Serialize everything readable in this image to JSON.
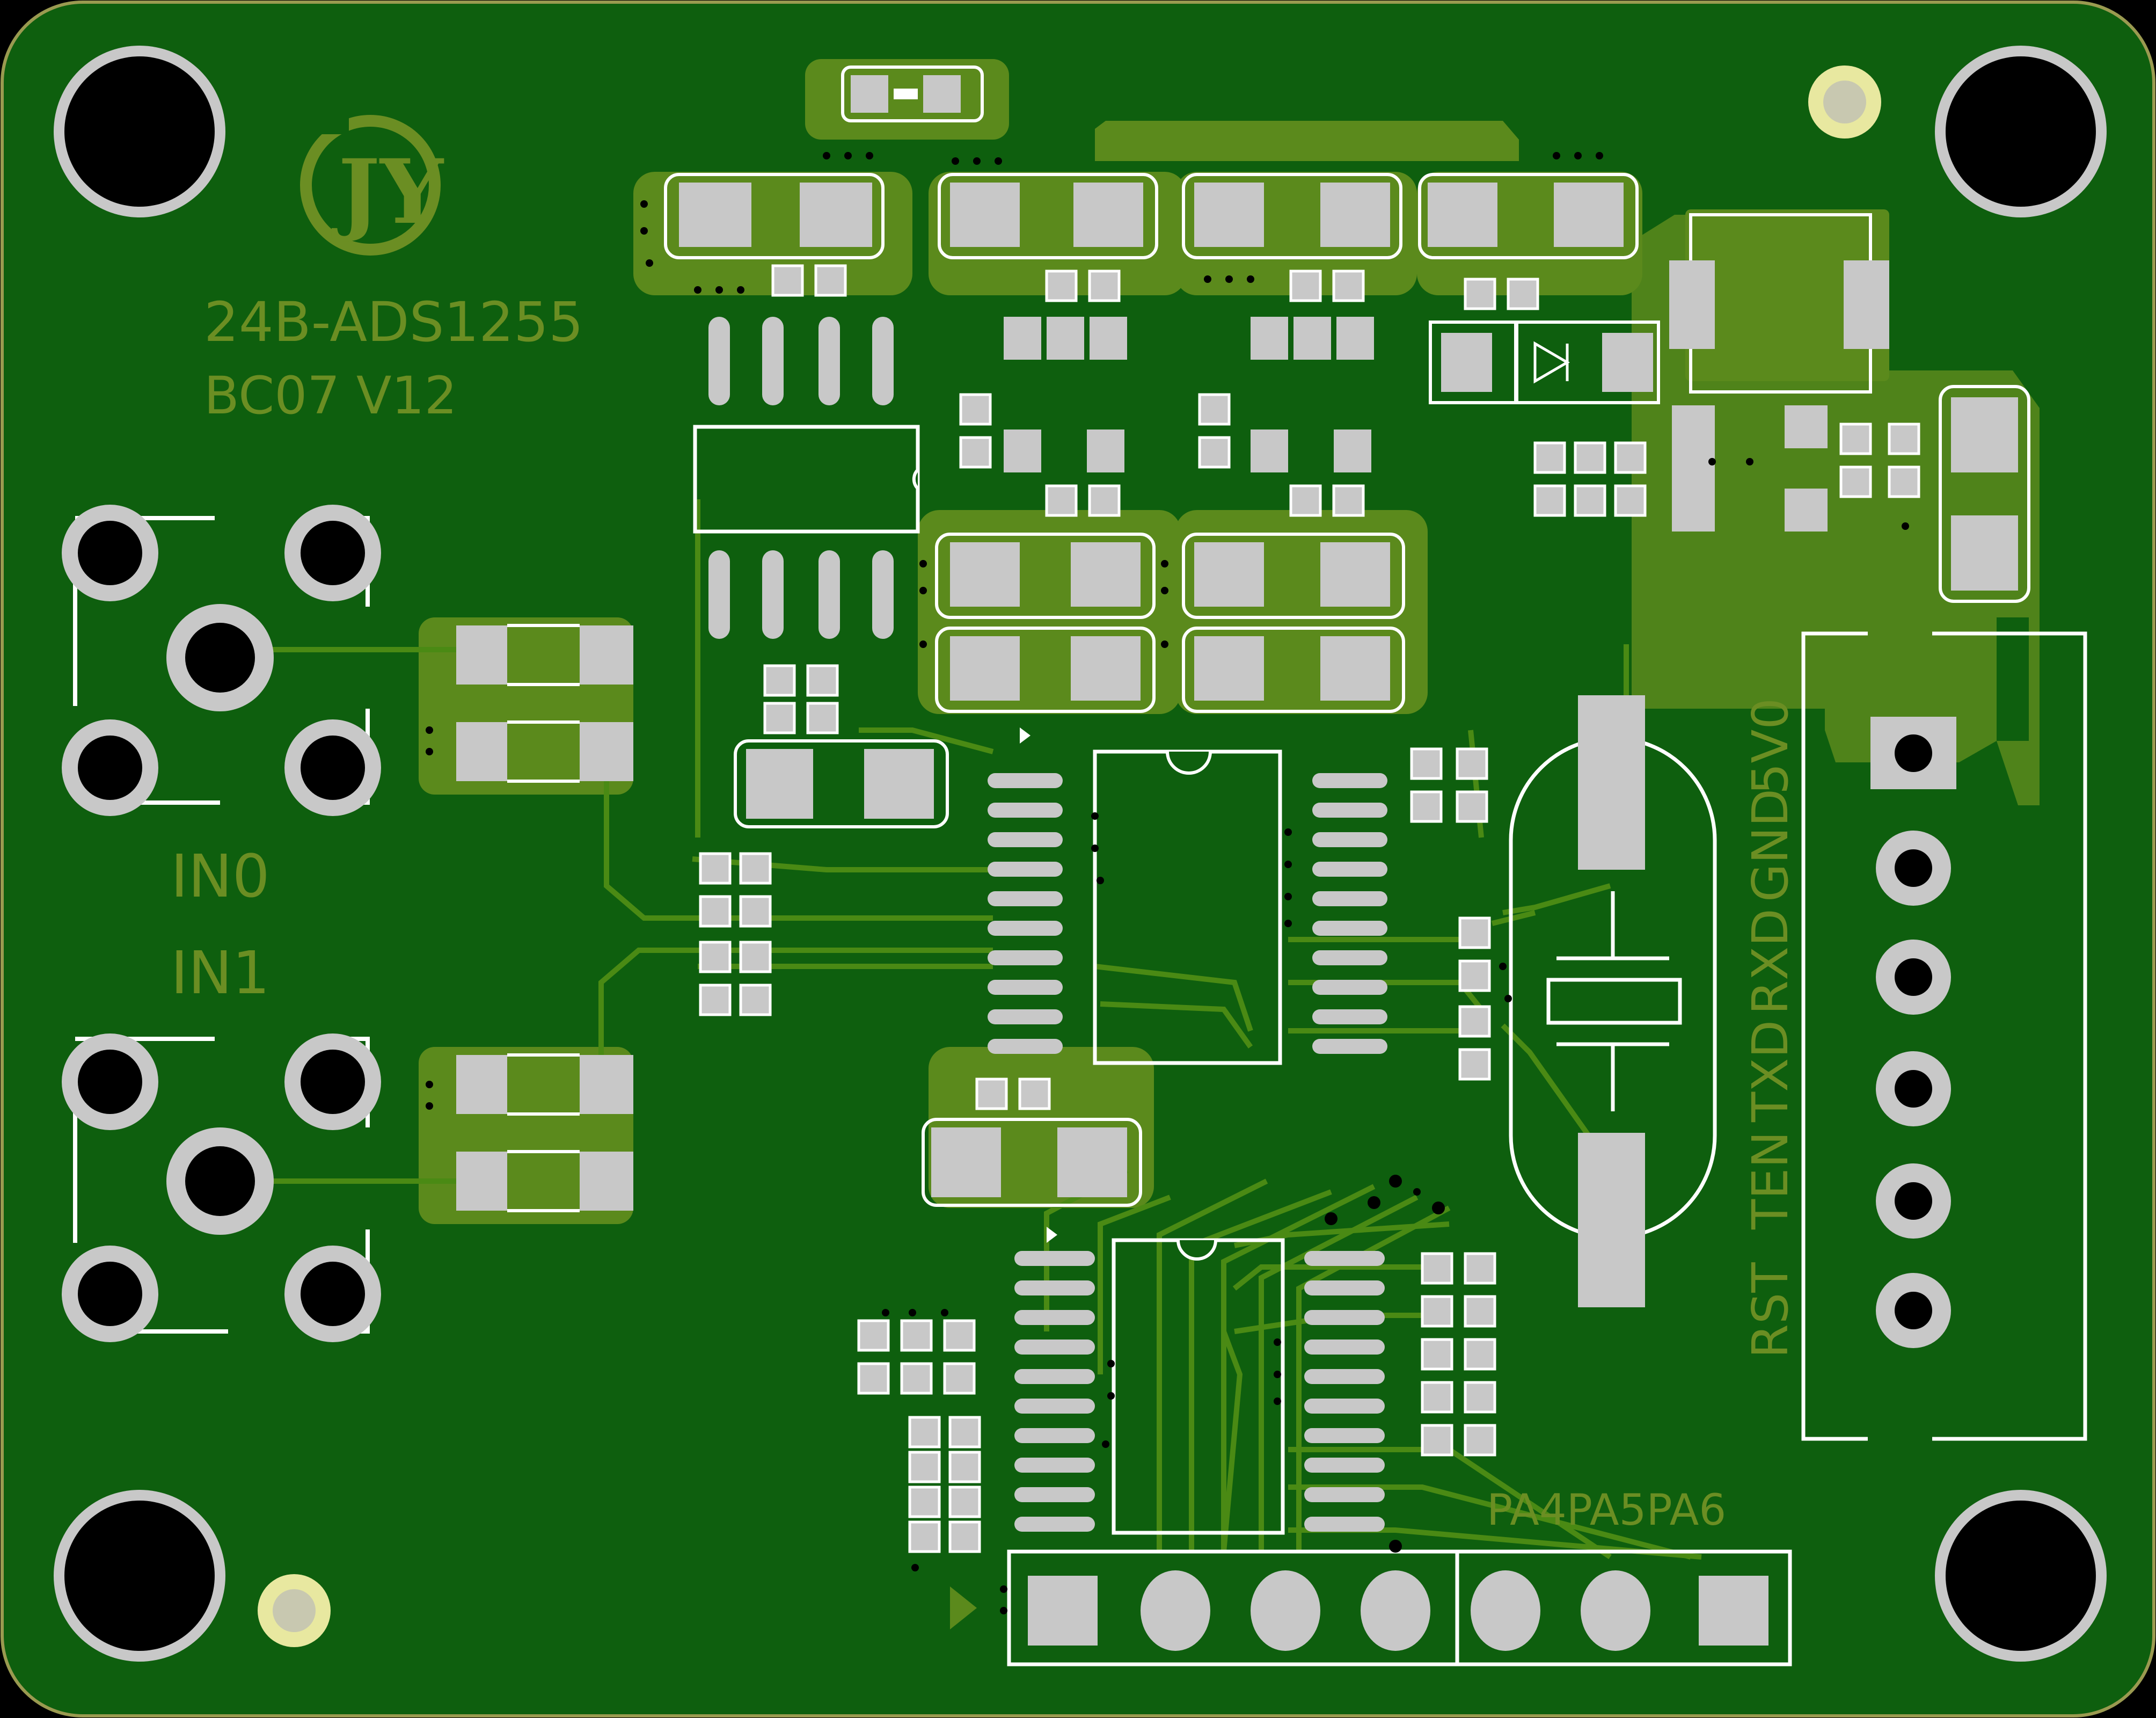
{
  "board": {
    "logo": "JY",
    "model": "24B-ADS1255",
    "version": "BC07 V12",
    "colors": {
      "soldermask": "#0e5f0e",
      "copper_pour": "#5b8a1c",
      "silkscreen": "#ffffff",
      "pad": "#c8c8c8",
      "hole": "#000000",
      "silk_text": "#6b8e23"
    }
  },
  "inputs": {
    "in0_label": "IN0",
    "in1_label": "IN1"
  },
  "uart_header": {
    "pins": [
      "RST",
      "TEN",
      "TXD",
      "RXD",
      "GND",
      "5V0"
    ]
  },
  "gpio_header": {
    "label": "PA4PA5PA6"
  }
}
